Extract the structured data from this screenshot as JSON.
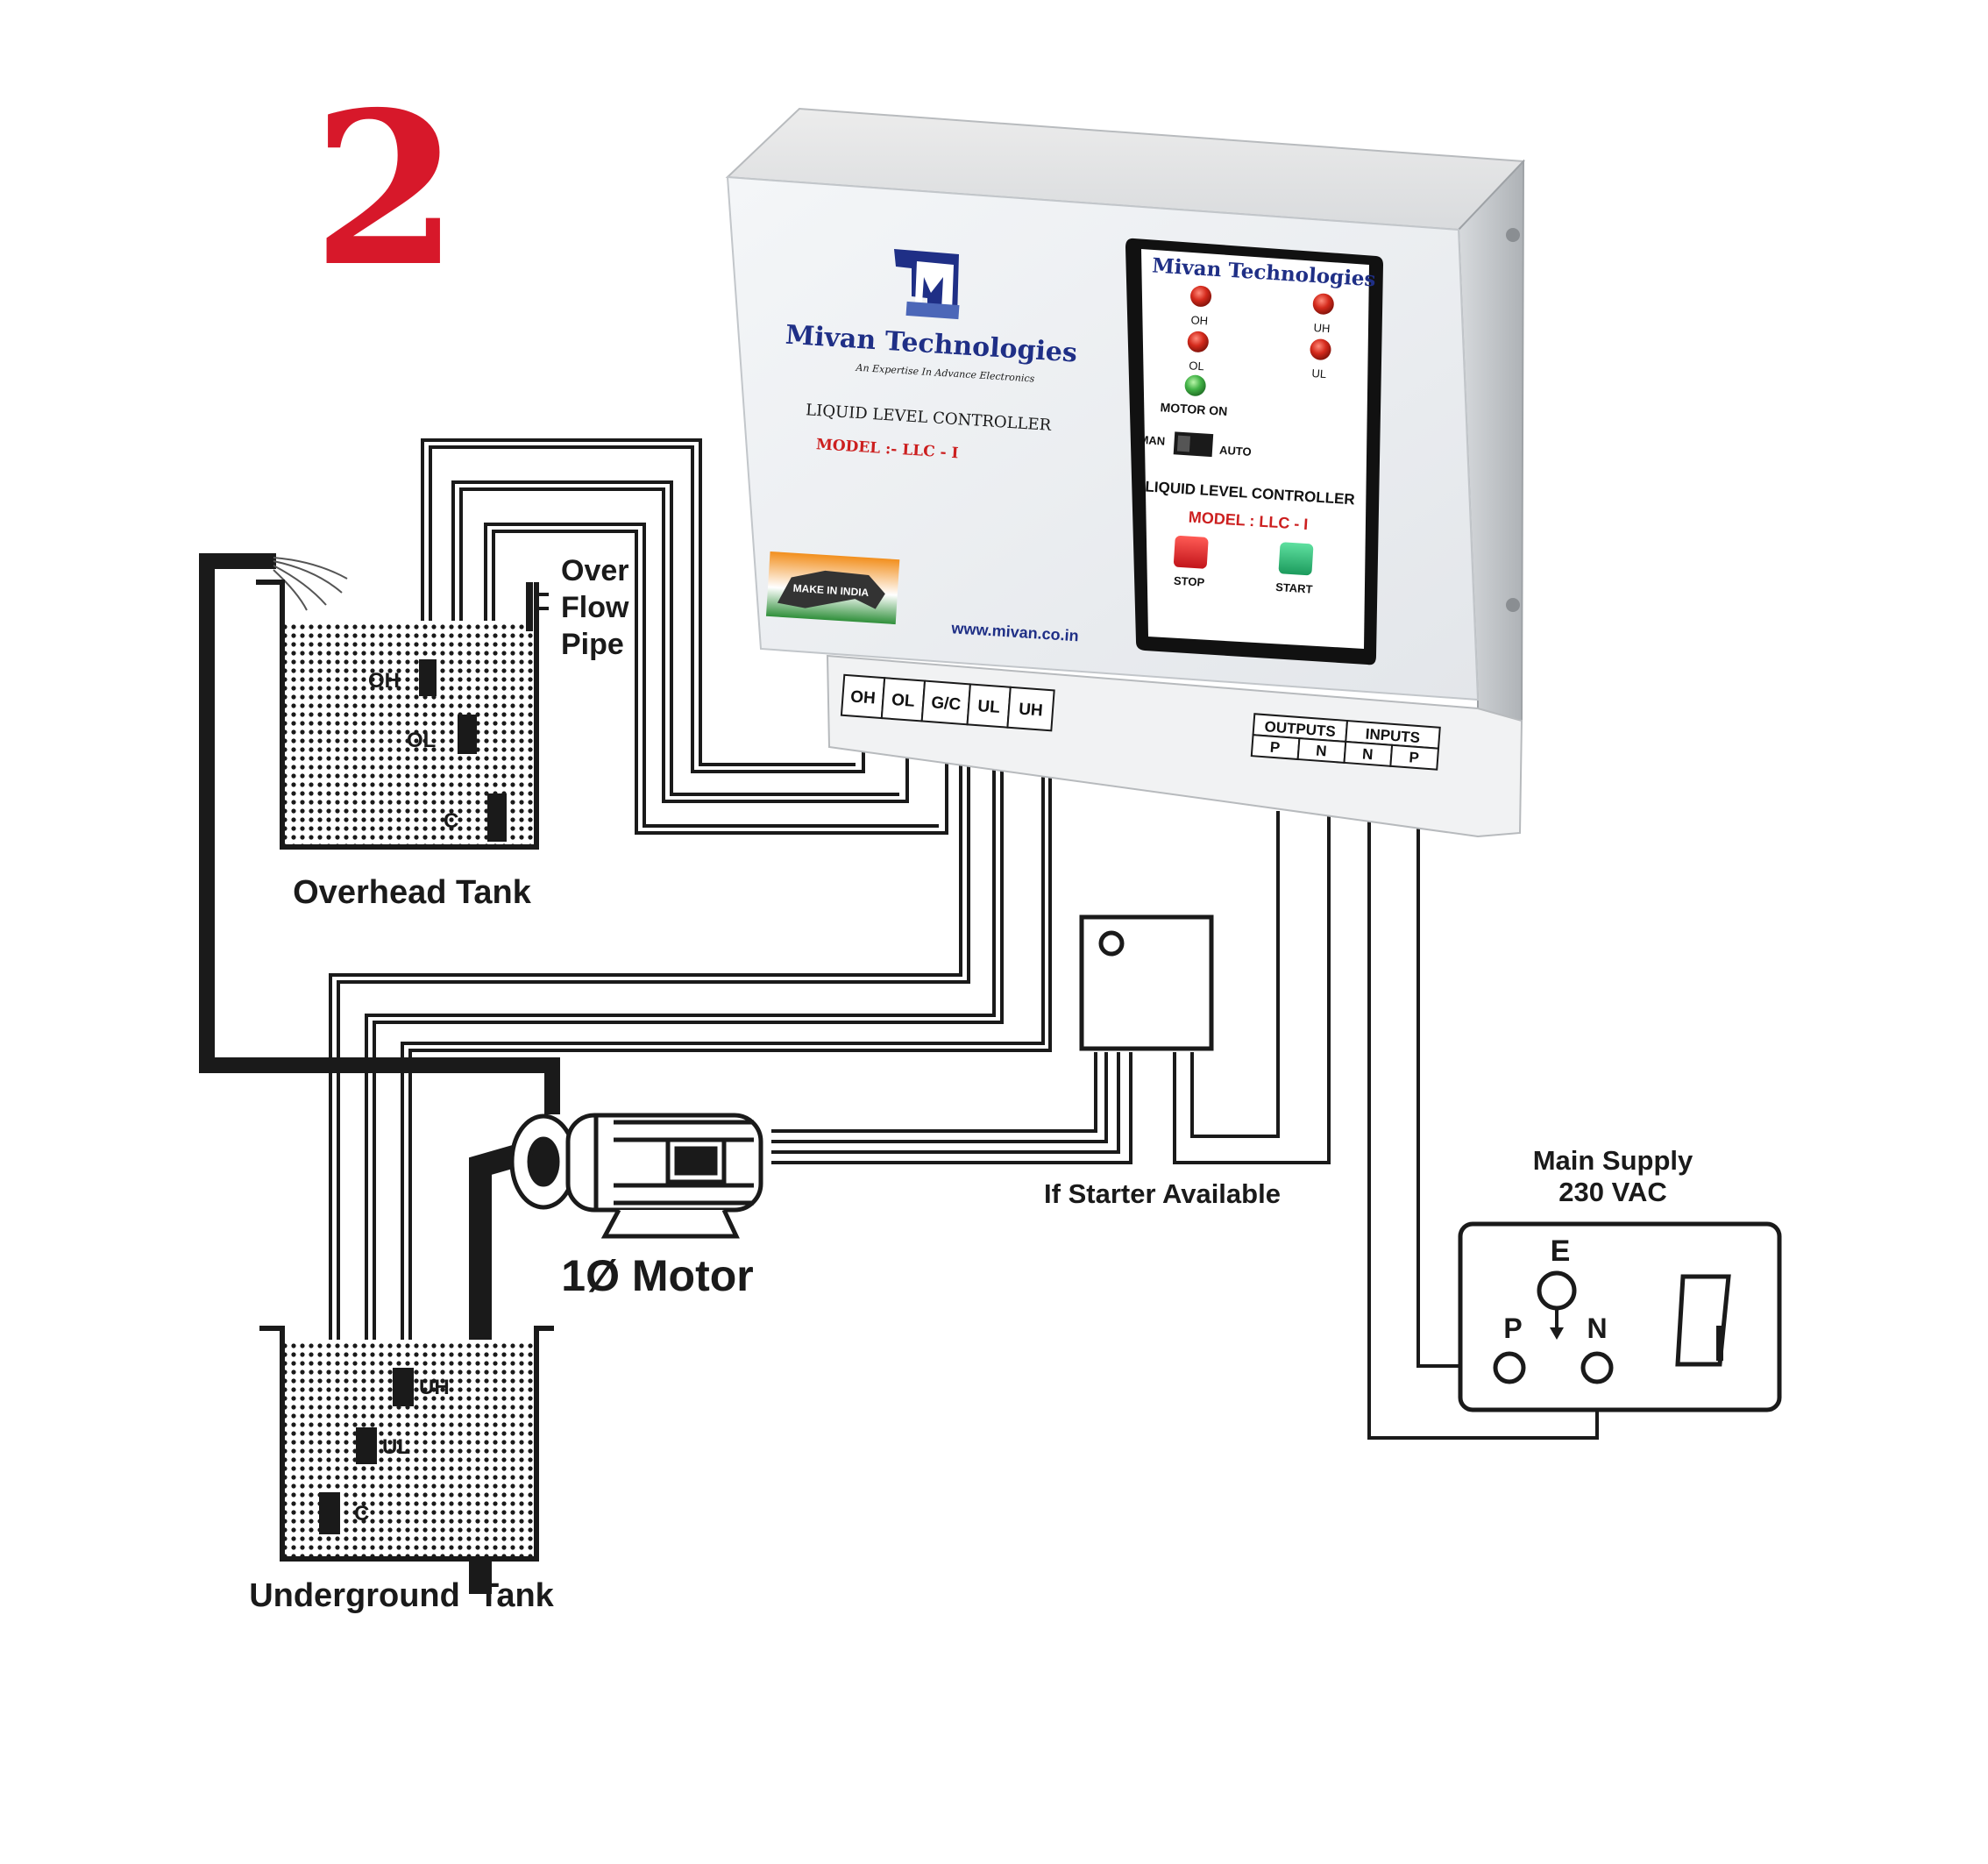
{
  "step_number": "2",
  "controller": {
    "brand": "Mivan Technologies",
    "tagline": "An Expertise In Advance Electronics",
    "product": "LIQUID LEVEL CONTROLLER",
    "model": "MODEL :- LLC - I",
    "badge": "MAKE IN INDIA",
    "website": "www.mivan.co.in",
    "panel": {
      "brand": "Mivan Technologies",
      "leds": {
        "oh": "OH",
        "ol": "OL",
        "uh": "UH",
        "ul": "UL",
        "motor_on": "MOTOR ON"
      },
      "switch": {
        "man": "MAN",
        "auto": "AUTO"
      },
      "product": "LIQUID LEVEL CONTROLLER",
      "model": "MODEL : LLC - I",
      "stop": "STOP",
      "start": "START"
    },
    "terminals": [
      "OH",
      "OL",
      "G/C",
      "UL",
      "UH"
    ],
    "outputs": {
      "label": "OUTPUTS",
      "p": "P",
      "n": "N"
    },
    "inputs": {
      "label": "INPUTS",
      "n": "N",
      "p": "P"
    }
  },
  "overhead_tank": {
    "label": "Overhead Tank",
    "probes": {
      "oh": "OH",
      "ol": "OL",
      "c": "C"
    },
    "overflow": [
      "Over",
      "Flow",
      "Pipe"
    ]
  },
  "underground_tank": {
    "label": "Underground  Tank",
    "probes": {
      "uh": "UH",
      "ul": "UL",
      "c": "C"
    }
  },
  "motor": {
    "label": "1Ø Motor"
  },
  "starter": {
    "label": "If Starter Available"
  },
  "main_supply": {
    "label_line1": "Main Supply",
    "label_line2": "230 VAC",
    "socket": {
      "e": "E",
      "p": "P",
      "n": "N"
    }
  },
  "colors": {
    "step_number": "#d7182a",
    "brand_blue": "#1f2f86",
    "model_red": "#cc1f1f",
    "led_red": "#d42a1c",
    "led_green": "#43b347",
    "wire": "#1a1a1a"
  }
}
